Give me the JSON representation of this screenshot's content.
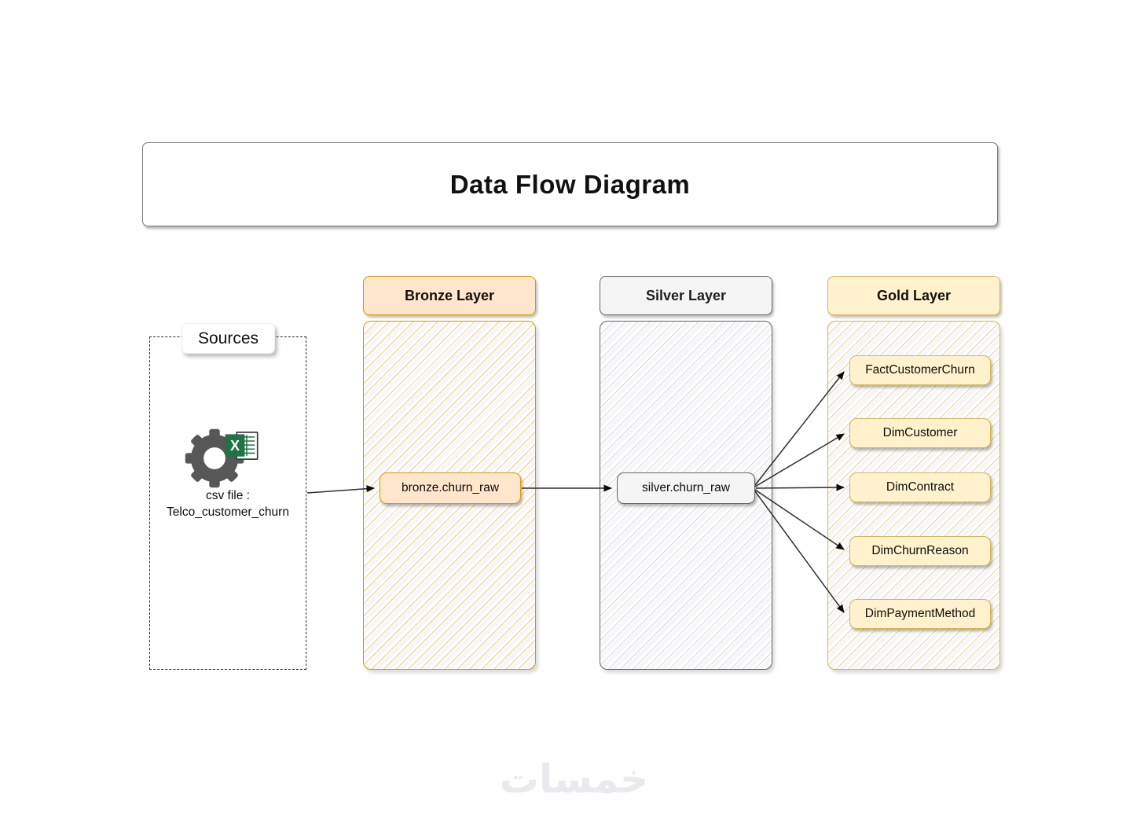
{
  "title": "Data Flow Diagram",
  "sources": {
    "label": "Sources",
    "icon": "gear-excel-icon",
    "caption_line1": "csv file :",
    "caption_line2": "Telco_customer_churn"
  },
  "layers": {
    "bronze": {
      "label": "Bronze Layer",
      "fill": "#FFE6CC",
      "border": "#D79B00",
      "nodes": [
        {
          "label": "bronze.churn_raw"
        }
      ]
    },
    "silver": {
      "label": "Silver Layer",
      "fill": "#F5F5F5",
      "border": "#666666",
      "nodes": [
        {
          "label": "silver.churn_raw"
        }
      ]
    },
    "gold": {
      "label": "Gold Layer",
      "fill": "#FFF2CC",
      "border": "#D6B656",
      "nodes": [
        {
          "label": "FactCustomerChurn"
        },
        {
          "label": "DimCustomer"
        },
        {
          "label": "DimContract"
        },
        {
          "label": "DimChurnReason"
        },
        {
          "label": "DimPaymentMethod"
        }
      ]
    }
  },
  "edges": [
    {
      "from": "csv file : Telco_customer_churn",
      "to": "bronze.churn_raw"
    },
    {
      "from": "bronze.churn_raw",
      "to": "silver.churn_raw"
    },
    {
      "from": "silver.churn_raw",
      "to": "FactCustomerChurn"
    },
    {
      "from": "silver.churn_raw",
      "to": "DimCustomer"
    },
    {
      "from": "silver.churn_raw",
      "to": "DimContract"
    },
    {
      "from": "silver.churn_raw",
      "to": "DimChurnReason"
    },
    {
      "from": "silver.churn_raw",
      "to": "DimPaymentMethod"
    }
  ],
  "watermark": "خمسات"
}
